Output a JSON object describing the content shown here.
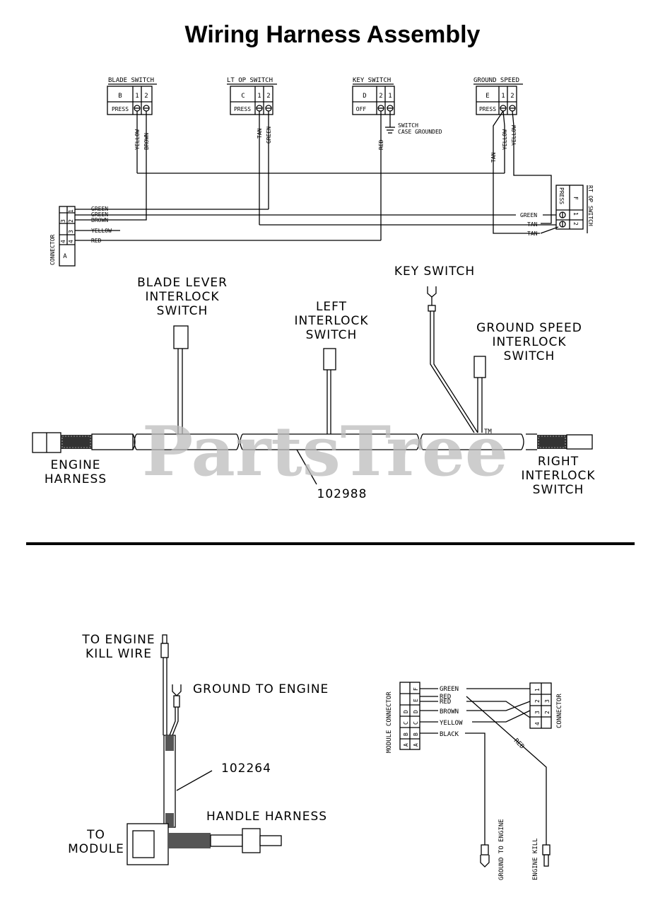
{
  "title": "Wiring Harness Assembly",
  "schematic": {
    "switches": [
      {
        "name": "BLADE SWITCH",
        "letter": "B",
        "mode": "PRESS",
        "pins": [
          "1",
          "2"
        ],
        "wires": [
          "YELLOW",
          "BROWN"
        ]
      },
      {
        "name": "LT OP SWITCH",
        "letter": "C",
        "mode": "PRESS",
        "pins": [
          "1",
          "2"
        ],
        "wires": [
          "TAN",
          "GREEN"
        ]
      },
      {
        "name": "KEY SWITCH",
        "letter": "D",
        "mode": "OFF",
        "pins": [
          "2",
          "1"
        ],
        "wires": [
          "RED"
        ],
        "note1": "SWITCH",
        "note2": "CASE GROUNDED"
      },
      {
        "name": "GROUND SPEED",
        "letter": "E",
        "mode": "PRESS",
        "pins": [
          "1",
          "2"
        ],
        "wires": [
          "TAN",
          "YELLOW",
          "YELLOW"
        ]
      }
    ],
    "right_switch": {
      "name": "RT OP SWITCH",
      "letter": "F",
      "mode": "PRESS",
      "pins": [
        "1",
        "2"
      ],
      "wires": [
        "GREEN",
        "TAN",
        "TAN"
      ]
    },
    "connector": {
      "name": "CONNECTOR",
      "pins": [
        "1",
        "2",
        "3",
        "4"
      ],
      "letter": "A",
      "wires": [
        "GREEN",
        "GREEN",
        "BROWN",
        "YELLOW",
        "RED"
      ]
    }
  },
  "harness": {
    "blade_lever": [
      "BLADE LEVER",
      "INTERLOCK",
      "SWITCH"
    ],
    "left": [
      "LEFT",
      "INTERLOCK",
      "SWITCH"
    ],
    "key": "KEY SWITCH",
    "ground_speed": [
      "GROUND SPEED",
      "INTERLOCK",
      "SWITCH"
    ],
    "engine": [
      "ENGINE",
      "HARNESS"
    ],
    "right": [
      "RIGHT",
      "INTERLOCK",
      "SWITCH"
    ],
    "part_number": "102988",
    "trademark": "TM"
  },
  "watermark": "PartsTree",
  "handle": {
    "kill": [
      "TO ENGINE",
      "KILL WIRE"
    ],
    "ground": "GROUND TO ENGINE",
    "part_number": "102264",
    "module": [
      "TO",
      "MODULE"
    ],
    "handle_harness": "HANDLE HARNESS"
  },
  "module": {
    "module_connector": "MODULE CONNECTOR",
    "letters": [
      "F",
      "E",
      "D",
      "C",
      "B",
      "A"
    ],
    "wires": [
      "GREEN",
      "RED",
      "RED",
      "BROWN",
      "YELLOW",
      "BLACK"
    ],
    "connector": "CONNECTOR",
    "pins": [
      "1",
      "2",
      "3",
      "4",
      "3",
      "2"
    ],
    "red_diag": "RED",
    "ground_to_engine": "GROUND TO ENGINE",
    "engine_kill": "ENGINE KILL"
  }
}
